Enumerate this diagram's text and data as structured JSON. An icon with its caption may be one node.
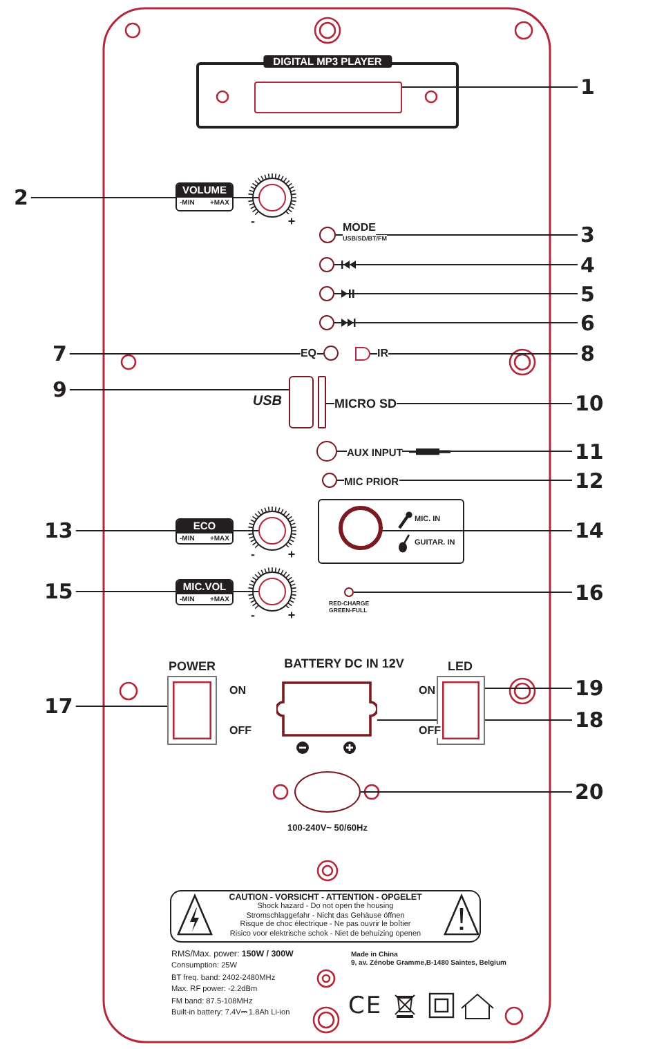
{
  "diagram": {
    "nodes": [
      {
        "text": [
          "DIGITAL MP3 PLAYER"
        ]
      },
      {
        "text": [],
        "shape": "box",
        "in": 0
      },
      {
        "text": [
          "1"
        ]
      },
      {
        "text": [
          "VOLUME",
          "-MIN",
          "+MAX"
        ]
      },
      {
        "text": [],
        "shape": "circle",
        "beside": [
          "-",
          "+"
        ]
      },
      {
        "text": [
          "2"
        ]
      },
      {
        "text": [],
        "shape": "circle",
        "beside": [
          "MODE",
          "USB/SD/BT/FM"
        ]
      },
      {
        "text": [
          "3"
        ]
      },
      {
        "text": [],
        "shape": "circle"
      },
      {
        "text": [
          "4"
        ]
      },
      {
        "text": [],
        "shape": "circle"
      },
      {
        "text": [
          "5"
        ]
      },
      {
        "text": [],
        "shape": "circle"
      },
      {
        "text": [
          "6"
        ]
      },
      {
        "text": [
          "7"
        ]
      },
      {
        "text": [],
        "shape": "circle",
        "beside": [
          "EQ"
        ]
      },
      {
        "text": [],
        "shape": "box",
        "beside": [
          "IR"
        ]
      },
      {
        "text": [
          "8"
        ]
      },
      {
        "text": [
          "9"
        ]
      },
      {
        "text": [],
        "shape": "box",
        "beside": [
          "USB"
        ]
      },
      {
        "text": [],
        "shape": "box",
        "beside": [
          "MICRO SD"
        ]
      },
      {
        "text": [
          "10"
        ]
      },
      {
        "text": [],
        "shape": "circle",
        "beside": [
          "AUX INPUT"
        ]
      },
      {
        "text": [
          "11"
        ]
      },
      {
        "text": [],
        "shape": "circle",
        "beside": [
          "MIC PRIOR"
        ]
      },
      {
        "text": [
          "12"
        ]
      },
      {
        "text": [
          "13"
        ]
      },
      {
        "text": [
          "ECO",
          "-MIN",
          "+MAX"
        ]
      },
      {
        "text": [],
        "shape": "circle",
        "beside": [
          "-",
          "+"
        ]
      },
      {
        "text": [
          "MIC. IN",
          "GUITAR. IN"
        ]
      },
      {
        "text": [],
        "shape": "circle",
        "in": 29
      },
      {
        "text": [
          "14"
        ]
      },
      {
        "text": [
          "15"
        ]
      },
      {
        "text": [
          "MIC.VOL",
          "-MIN",
          "+MAX"
        ]
      },
      {
        "text": [],
        "shape": "circle",
        "beside": [
          "-",
          "+"
        ]
      },
      {
        "text": [],
        "shape": "circle",
        "beside": [
          "RED-CHARGE",
          "GREEN-FULL"
        ]
      },
      {
        "text": [
          "16"
        ]
      },
      {
        "text": [
          "17"
        ]
      },
      {
        "text": [],
        "shape": "box",
        "beside": [
          "POWER",
          "ON",
          "OFF"
        ]
      },
      {
        "text": [],
        "shape": "box",
        "beside": [
          "BATTERY DC IN 12V"
        ]
      },
      {
        "text": [
          "18"
        ]
      },
      {
        "text": [],
        "shape": "box",
        "beside": [
          "LED",
          "ON",
          "OFF"
        ]
      },
      {
        "text": [
          "19"
        ]
      },
      {
        "text": [],
        "shape": "ellipse",
        "beside": [
          "100-240V~ 50/60Hz"
        ]
      },
      {
        "text": [
          "20"
        ]
      },
      {
        "text": [
          "CAUTION - VORSICHT - ATTENTION - OPGELET",
          "Shock hazard - Do not open the housing",
          "Stromschlaggefahr - Nicht das Gehäuse öffnen",
          "Risque de choc électrique - Ne pas ouvrir le boîtier",
          "Risico voor elektrische schok - Niet de behuizing openen"
        ]
      }
    ],
    "edges": [
      {
        "from": 2,
        "to": 1,
        "arrow": "none"
      },
      {
        "from": 5,
        "to": 4,
        "arrow": "none"
      },
      {
        "from": 7,
        "to": 6,
        "arrow": "none"
      },
      {
        "from": 9,
        "to": 8,
        "arrow": "none"
      },
      {
        "from": 11,
        "to": 10,
        "arrow": "none"
      },
      {
        "from": 13,
        "to": 12,
        "arrow": "none"
      },
      {
        "from": 14,
        "to": 15,
        "arrow": "none"
      },
      {
        "from": 17,
        "to": 16,
        "arrow": "none"
      },
      {
        "from": 18,
        "to": 19,
        "arrow": "none"
      },
      {
        "from": 21,
        "to": 20,
        "arrow": "none"
      },
      {
        "from": 23,
        "to": 22,
        "arrow": "none"
      },
      {
        "from": 25,
        "to": 24,
        "arrow": "none"
      },
      {
        "from": 26,
        "to": 28,
        "arrow": "none"
      },
      {
        "from": 31,
        "to": 30,
        "arrow": "none"
      },
      {
        "from": 32,
        "to": 34,
        "arrow": "none"
      },
      {
        "from": 36,
        "to": 35,
        "arrow": "none"
      },
      {
        "from": 37,
        "to": 38,
        "arrow": "none"
      },
      {
        "from": 40,
        "to": 39,
        "arrow": "none"
      },
      {
        "from": 42,
        "to": 41,
        "arrow": "none"
      },
      {
        "from": 44,
        "to": 43,
        "arrow": "none"
      }
    ],
    "labels": [
      "RMS/Max. power: **150W / 300W**",
      "Consumption: 25W",
      "BT freq. band: 2402-2480MHz",
      "Max. RF power: -2.2dBm",
      "FM band: 87.5-108MHz",
      "Built-in battery: 7.4V⎓ 1.8Ah Li-ion",
      "Made in China",
      "9, av. Zénobe Gramme,B-1480 Saintes, Belgium",
      "CE"
    ]
  }
}
